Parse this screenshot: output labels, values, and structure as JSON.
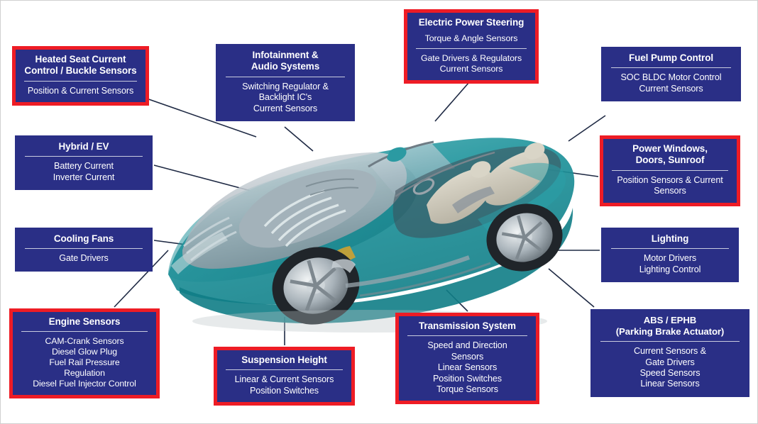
{
  "diagram": {
    "subject": "automotive-sensor-application-map",
    "colors": {
      "box_fill": "#2a2f86",
      "box_highlight_border": "#ee1c25",
      "box_text": "#ffffff",
      "divider": "#c9ccdf",
      "connector_line": "#1f2a44",
      "car_body": "#1a9199",
      "page_background": "#ffffff"
    },
    "center_image": {
      "name": "cutaway-convertible-car",
      "description": "Transparent teal cutaway illustration of a convertible sports car showing engine, interior seats and wheels"
    }
  },
  "callouts": [
    {
      "id": "heated-seat",
      "highlighted": true,
      "title": [
        "Heated Seat Current",
        "Control / Buckle Sensors"
      ],
      "body": [
        "Position & Current Sensors"
      ]
    },
    {
      "id": "infotainment",
      "highlighted": false,
      "title": [
        "Infotainment &",
        "Audio Systems"
      ],
      "body": [
        "Switching Regulator &",
        "Backlight IC's",
        "Current Sensors"
      ]
    },
    {
      "id": "electric-power-steering",
      "highlighted": true,
      "title": [
        "Electric Power Steering",
        "Torque & Angle Sensors"
      ],
      "body": [
        "Gate Drivers & Regulators",
        "Current Sensors"
      ]
    },
    {
      "id": "fuel-pump-control",
      "highlighted": false,
      "title": [
        "Fuel Pump Control"
      ],
      "body": [
        "SOC BLDC Motor Control",
        "Current Sensors"
      ]
    },
    {
      "id": "hybrid-ev",
      "highlighted": false,
      "title": [
        "Hybrid / EV"
      ],
      "body": [
        "Battery Current",
        "Inverter Current"
      ]
    },
    {
      "id": "power-windows",
      "highlighted": true,
      "title": [
        "Power Windows,",
        "Doors, Sunroof"
      ],
      "body": [
        "Position Sensors & Current",
        "Sensors"
      ]
    },
    {
      "id": "cooling-fans",
      "highlighted": false,
      "title": [
        "Cooling Fans"
      ],
      "body": [
        "Gate Drivers"
      ]
    },
    {
      "id": "lighting",
      "highlighted": false,
      "title": [
        "Lighting"
      ],
      "body": [
        "Motor Drivers",
        "Lighting Control"
      ]
    },
    {
      "id": "engine-sensors",
      "highlighted": true,
      "title": [
        "Engine Sensors"
      ],
      "body": [
        "CAM-Crank Sensors",
        "Diesel Glow Plug",
        "Fuel Rail Pressure",
        "Regulation",
        "Diesel Fuel Injector Control"
      ]
    },
    {
      "id": "suspension-height",
      "highlighted": true,
      "title": [
        "Suspension Height"
      ],
      "body": [
        "Linear & Current Sensors",
        "Position Switches"
      ]
    },
    {
      "id": "transmission-system",
      "highlighted": true,
      "title": [
        "Transmission System"
      ],
      "body": [
        "Speed and Direction",
        "Sensors",
        "Linear Sensors",
        "Position Switches",
        "Torque Sensors"
      ]
    },
    {
      "id": "abs-ephb",
      "highlighted": false,
      "title": [
        "ABS / EPHB",
        "(Parking Brake Actuator)"
      ],
      "body": [
        "Current Sensors &",
        "Gate Drivers",
        "Speed Sensors",
        "Linear Sensors"
      ]
    }
  ]
}
